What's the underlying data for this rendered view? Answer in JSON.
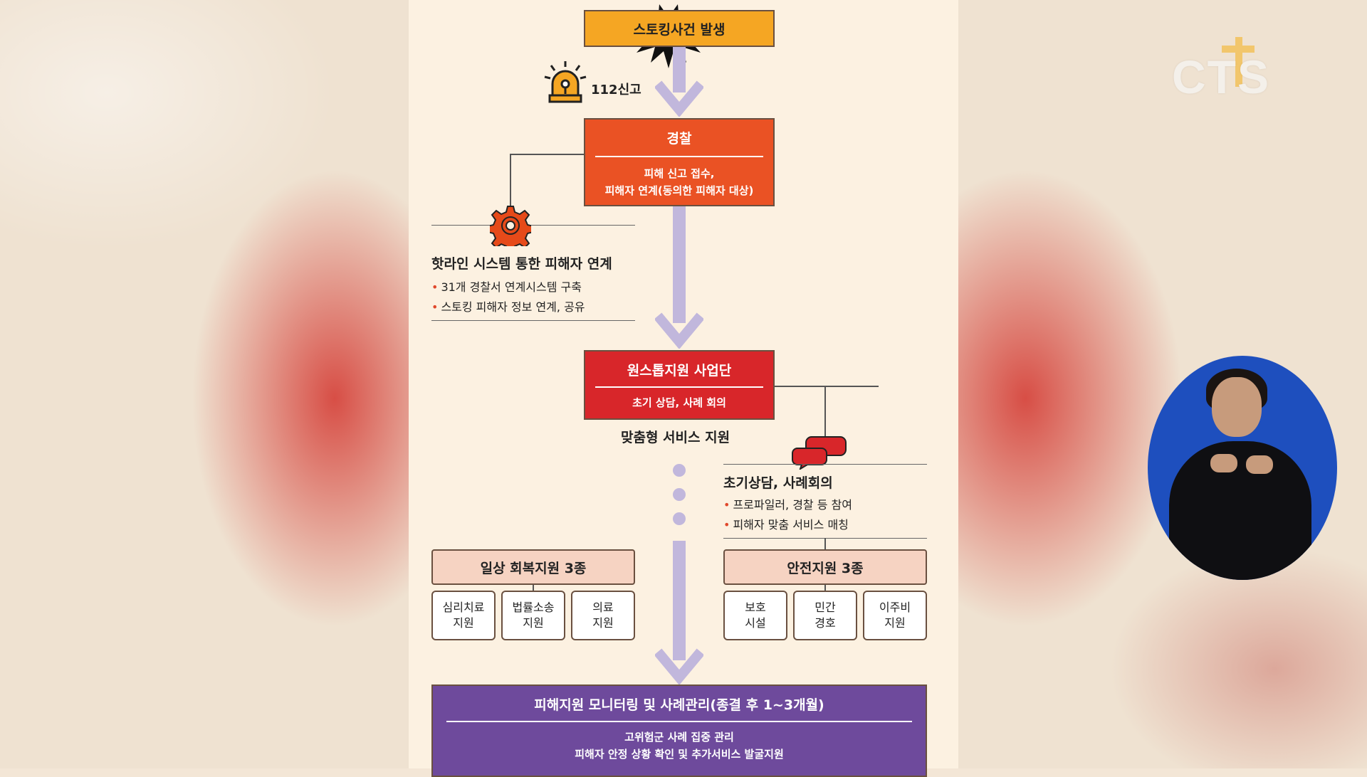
{
  "diagram": {
    "start": "스토킹사건 발생",
    "report": "112신고",
    "police": {
      "title": "경찰",
      "line1": "피해 신고 접수,",
      "line2": "피해자 연계(동의한 피해자 대상)"
    },
    "hotline": {
      "title": "핫라인 시스템 통한 피해자 연계",
      "items": [
        "31개 경찰서 연계시스템 구축",
        "스토킹 피해자 정보 연계, 공유"
      ]
    },
    "onestop": {
      "title": "원스톱지원 사업단",
      "sub": "초기 상담, 사례 회의"
    },
    "custom": "맞춤형 서비스 지원",
    "initial": {
      "title": "초기상담, 사례회의",
      "items": [
        "프로파일러, 경찰 등 참여",
        "피해자 맞춤 서비스 매칭"
      ]
    },
    "daily": {
      "title": "일상 회복지원 3종",
      "items": [
        {
          "l1": "심리치료",
          "l2": "지원"
        },
        {
          "l1": "법률소송",
          "l2": "지원"
        },
        {
          "l1": "의료",
          "l2": "지원"
        }
      ]
    },
    "safety": {
      "title": "안전지원 3종",
      "items": [
        {
          "l1": "보호",
          "l2": "시설"
        },
        {
          "l1": "민간",
          "l2": "경호"
        },
        {
          "l1": "이주비",
          "l2": "지원"
        }
      ]
    },
    "monitor": {
      "title": "피해지원 모니터링 및 사례관리(종결 후 1~3개월)",
      "line1": "고위험군 사례 집중 관리",
      "line2": "피해자 안정 상황 확인 및 추가서비스 발굴지원"
    }
  },
  "broadcaster": "CTS",
  "colors": {
    "start": "#f5a623",
    "police": "#ea5224",
    "onestop": "#d8262a",
    "support_box": "#f6d3c2",
    "monitor": "#6e4a9c",
    "arrow": "#c1b7dc"
  }
}
